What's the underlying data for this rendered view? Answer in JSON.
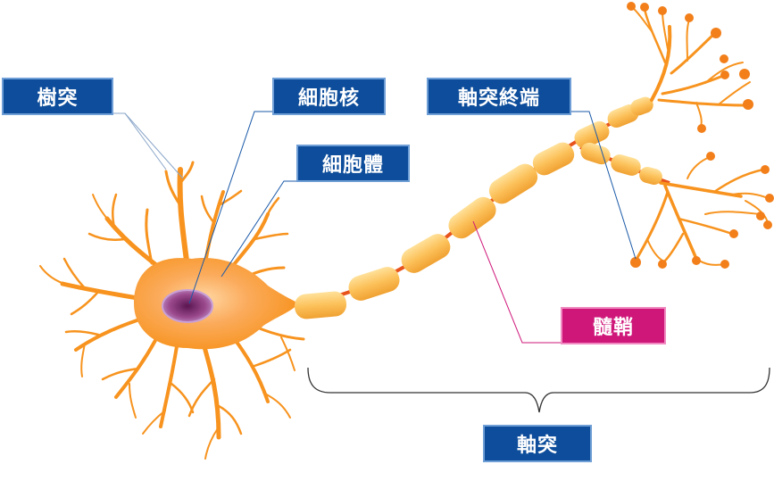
{
  "labels": {
    "dendrite": "樹突",
    "nucleus": "細胞核",
    "soma": "細胞體",
    "axon_terminal": "軸突終端",
    "myelin": "髓鞘",
    "axon": "軸突"
  },
  "colors": {
    "label_blue": "#0d4d9b",
    "label_pink": "#cf177a",
    "neuron_orange": "#f7931e",
    "myelin_yellow": "#fbbf52",
    "node_red": "#e8531c",
    "nucleus_purple": "#7d2d6d"
  }
}
